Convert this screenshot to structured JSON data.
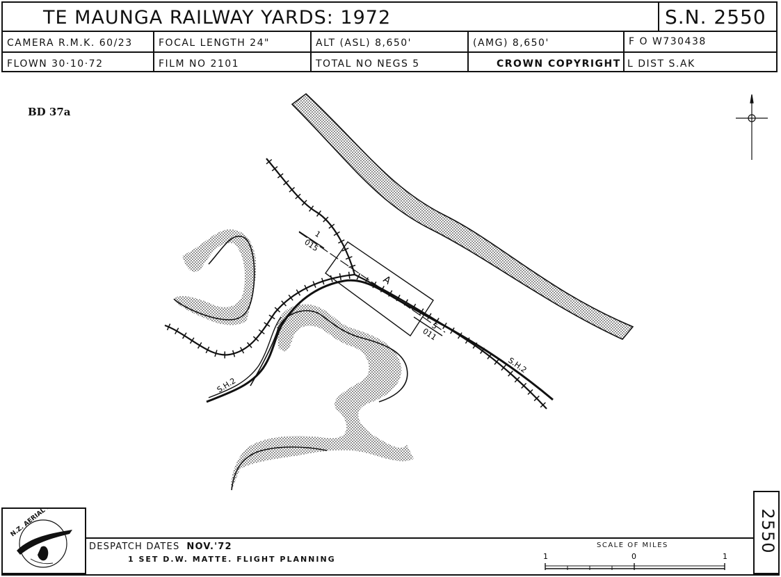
{
  "header": {
    "title": "TE  MAUNGA  RAILWAY  YARDS: 1972",
    "sheet_number": "S.N. 2550",
    "camera": "CAMERA  R.M.K. 60/23",
    "focal_length": "FOCAL  LENGTH  24\"",
    "alt_asl": "ALT (ASL)  8,650'",
    "alt_amg": "(AMG)  8,650'",
    "fo": "F O  W730438",
    "flown": "FLOWN  30·10·72",
    "film_no": "FILM  NO  2101",
    "total_negs": "TOTAL  NO  NEGS  5",
    "copyright": "CROWN    COPYRIGHT",
    "l_dist": "L DIST  S.AK"
  },
  "map": {
    "reference": "BD 37a",
    "frame_label": "A",
    "run_start": "1",
    "run_start_code": "015",
    "run_end": "5",
    "run_end_code": "011",
    "road_label_west": "S.H.2",
    "road_label_east": "S.H.2"
  },
  "footer": {
    "logo_text": "N.Z. AERIAL MAPPING LTD.",
    "despatch_label": "DESPATCH  DATES",
    "despatch_date": "NOV.'72",
    "despatch_item": "1  SET  D.W.  MATTE.  FLIGHT   PLANNING",
    "scale_label": "SCALE  OF  MILES",
    "scale_left": "1",
    "scale_zero": "0",
    "scale_right": "1",
    "sheet_vertical": "2550"
  }
}
